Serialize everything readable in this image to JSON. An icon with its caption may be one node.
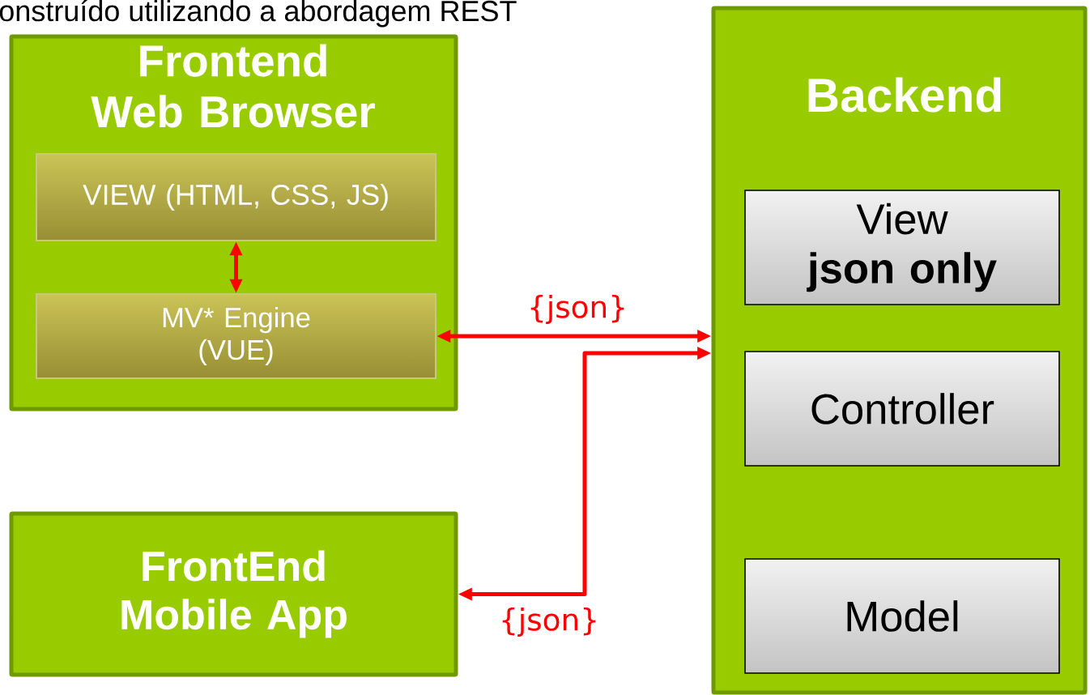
{
  "diagram": {
    "nodes": [
      {
        "text": [
          "Frontend Web Browser"
        ]
      },
      {
        "text": [
          "VIEW (HTML, CSS, JS)"
        ],
        "in": 0
      },
      {
        "text": [
          "MV* Engine (VUE)"
        ],
        "in": 0
      },
      {
        "text": [
          "FrontEnd Mobile App"
        ]
      },
      {
        "text": [
          "Backend"
        ]
      },
      {
        "text": [
          "View",
          "json only"
        ],
        "in": 4
      },
      {
        "text": [
          "Controller"
        ],
        "in": 4
      },
      {
        "text": [
          "Model"
        ],
        "in": 4
      }
    ],
    "edges": [
      {
        "from": 1,
        "to": 2,
        "arrow": "both"
      },
      {
        "from": 2,
        "to": 4,
        "arrow": "both",
        "label": "{json}"
      },
      {
        "from": 3,
        "to": 4,
        "arrow": "both",
        "label": "{json}"
      }
    ],
    "labels": [
      "onstruído utilizando a abordagem REST"
    ]
  }
}
